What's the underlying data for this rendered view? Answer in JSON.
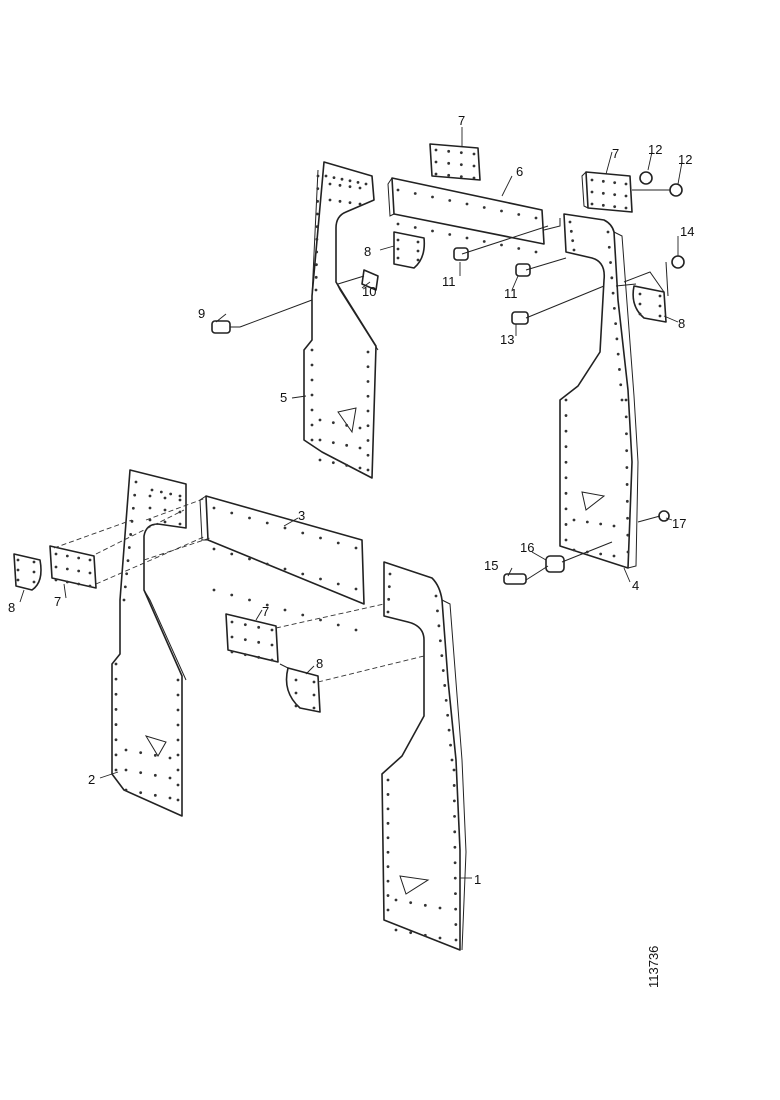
{
  "callouts": {
    "c1": "1",
    "c2": "2",
    "c3": "3",
    "c4": "4",
    "c5": "5",
    "c6": "6",
    "c7a": "7",
    "c7b": "7",
    "c7c": "7",
    "c7d": "7",
    "c8a": "8",
    "c8b": "8",
    "c8c": "8",
    "c8d": "8",
    "c9": "9",
    "c10": "10",
    "c11a": "11",
    "c11b": "11",
    "c12a": "12",
    "c12b": "12",
    "c13": "13",
    "c14": "14",
    "c15": "15",
    "c16": "16",
    "c17": "17"
  },
  "document_number": "113736"
}
